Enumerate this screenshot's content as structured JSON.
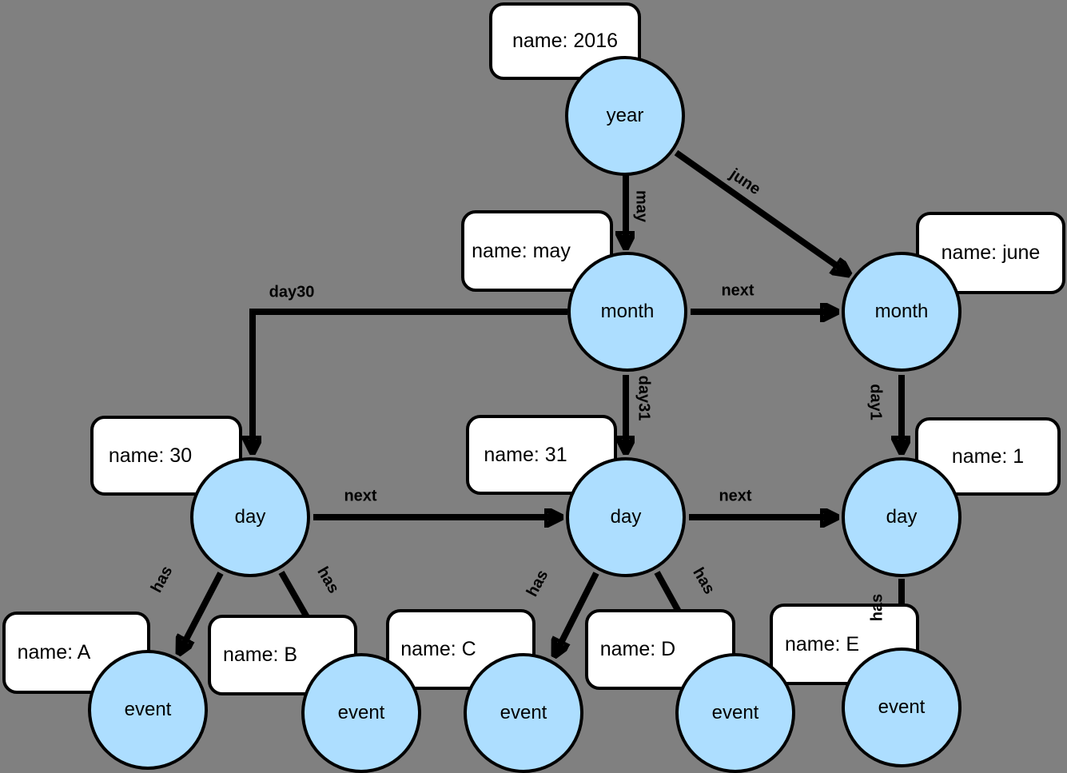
{
  "diagram": {
    "type": "graph",
    "background_color": "#808080",
    "node_fill_color": "#addeff",
    "outline_color": "#000000",
    "property_box_fill": "#ffffff",
    "text_color": "#000000",
    "nodes": [
      {
        "id": "year",
        "label": "year",
        "property": "name: 2016"
      },
      {
        "id": "month-may",
        "label": "month",
        "property": "name: may"
      },
      {
        "id": "month-june",
        "label": "month",
        "property": "name: june"
      },
      {
        "id": "day-30",
        "label": "day",
        "property": "name: 30"
      },
      {
        "id": "day-31",
        "label": "day",
        "property": "name: 31"
      },
      {
        "id": "day-1",
        "label": "day",
        "property": "name: 1"
      },
      {
        "id": "event-a",
        "label": "event",
        "property": "name: A"
      },
      {
        "id": "event-b",
        "label": "event",
        "property": "name: B"
      },
      {
        "id": "event-c",
        "label": "event",
        "property": "name: C"
      },
      {
        "id": "event-d",
        "label": "event",
        "property": "name: D"
      },
      {
        "id": "event-e",
        "label": "event",
        "property": "name: E"
      }
    ],
    "edges": [
      {
        "from": "year",
        "to": "month-may",
        "label": "may"
      },
      {
        "from": "year",
        "to": "month-june",
        "label": "june"
      },
      {
        "from": "month-may",
        "to": "month-june",
        "label": "next"
      },
      {
        "from": "month-may",
        "to": "day-30",
        "label": "day30"
      },
      {
        "from": "month-may",
        "to": "day-31",
        "label": "day31"
      },
      {
        "from": "month-june",
        "to": "day-1",
        "label": "day1"
      },
      {
        "from": "day-30",
        "to": "day-31",
        "label": "next"
      },
      {
        "from": "day-31",
        "to": "day-1",
        "label": "next"
      },
      {
        "from": "day-30",
        "to": "event-a",
        "label": "has"
      },
      {
        "from": "day-30",
        "to": "event-b",
        "label": "has"
      },
      {
        "from": "day-31",
        "to": "event-c",
        "label": "has"
      },
      {
        "from": "day-31",
        "to": "event-d",
        "label": "has"
      },
      {
        "from": "day-1",
        "to": "event-e",
        "label": "has"
      }
    ]
  }
}
